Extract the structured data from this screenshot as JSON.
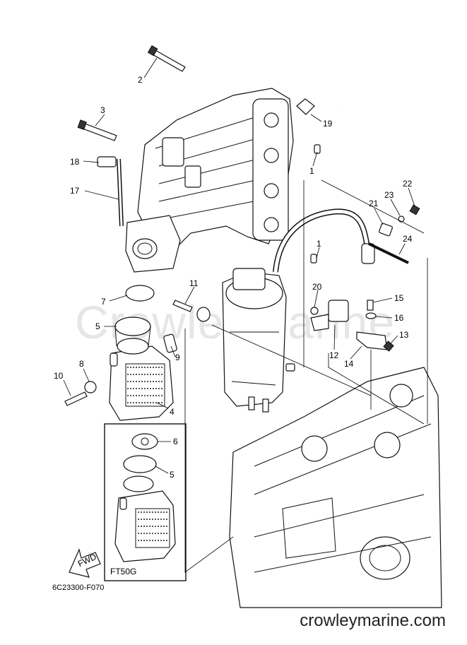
{
  "watermark": "CrowleyMarine",
  "site_url": "crowleymarine.com",
  "diagram_code": "6C23300-F070",
  "inset_label": "FT50G",
  "fwd_label": "FWD",
  "callouts": [
    {
      "id": "c2",
      "text": "2"
    },
    {
      "id": "c3",
      "text": "3"
    },
    {
      "id": "c19",
      "text": "19"
    },
    {
      "id": "c1a",
      "text": "1"
    },
    {
      "id": "c18",
      "text": "18"
    },
    {
      "id": "c17",
      "text": "17"
    },
    {
      "id": "c22",
      "text": "22"
    },
    {
      "id": "c23",
      "text": "23"
    },
    {
      "id": "c21",
      "text": "21"
    },
    {
      "id": "c24",
      "text": "24"
    },
    {
      "id": "c1b",
      "text": "1"
    },
    {
      "id": "c7",
      "text": "7"
    },
    {
      "id": "c11",
      "text": "11"
    },
    {
      "id": "c20",
      "text": "20"
    },
    {
      "id": "c15",
      "text": "15"
    },
    {
      "id": "c16",
      "text": "16"
    },
    {
      "id": "c5a",
      "text": "5"
    },
    {
      "id": "c13",
      "text": "13"
    },
    {
      "id": "c9",
      "text": "9"
    },
    {
      "id": "c12",
      "text": "12"
    },
    {
      "id": "c14",
      "text": "14"
    },
    {
      "id": "c8",
      "text": "8"
    },
    {
      "id": "c10",
      "text": "10"
    },
    {
      "id": "c4",
      "text": "4"
    },
    {
      "id": "c6",
      "text": "6"
    },
    {
      "id": "c5b",
      "text": "5"
    }
  ]
}
